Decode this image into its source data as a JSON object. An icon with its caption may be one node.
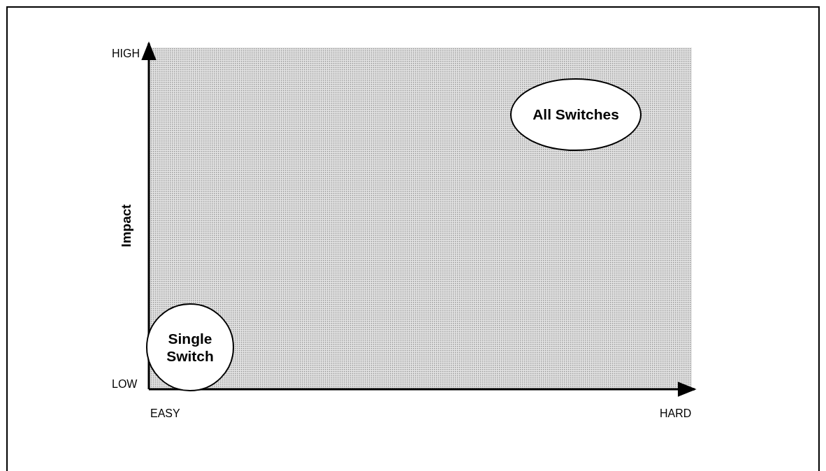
{
  "diagram": {
    "nodes": [
      {
        "text": [
          "All Switches"
        ]
      },
      {
        "text": [
          "Single Switch"
        ]
      }
    ],
    "labels": [
      "HIGH",
      "Impact",
      "LOW",
      "EASY",
      "HARD"
    ]
  }
}
